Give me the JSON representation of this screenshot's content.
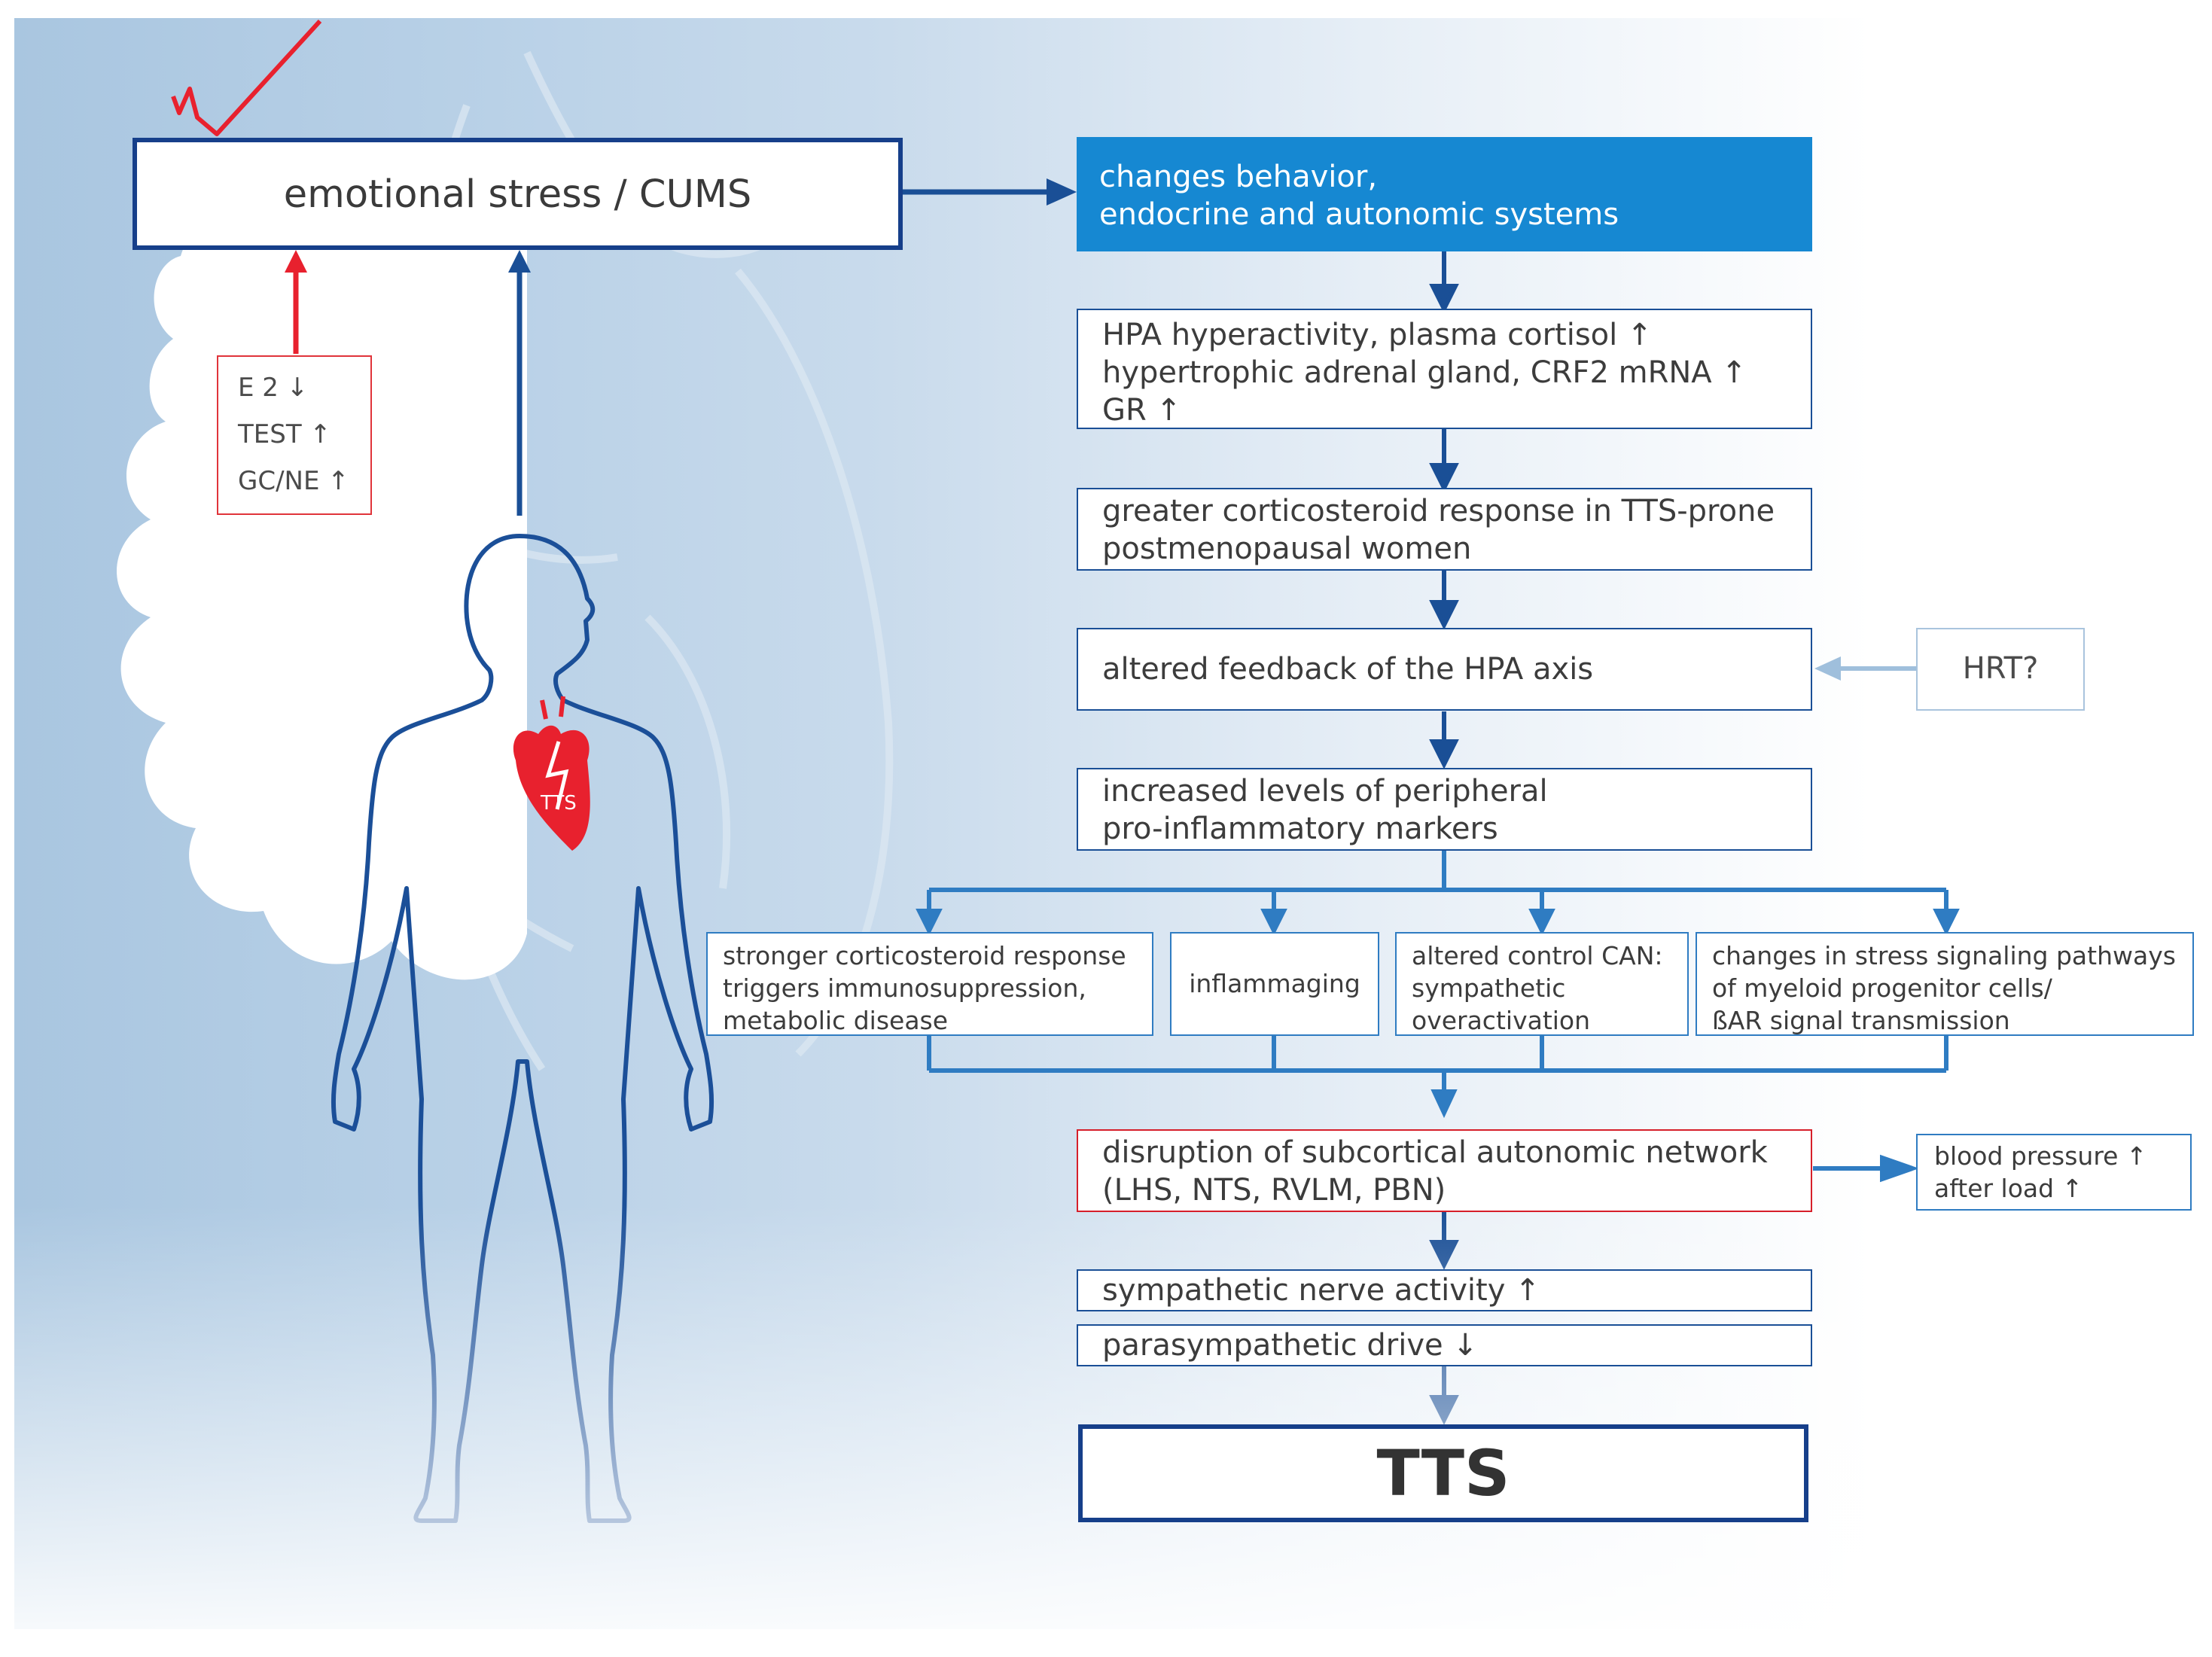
{
  "diagram": {
    "stress_box": "emotional stress / CUMS",
    "hormones": [
      "E 2 ↓",
      "TEST ↑",
      "GC/NE ↑"
    ],
    "heart_label": "TTS",
    "flow": {
      "changes": [
        "changes behavior,",
        "endocrine and autonomic systems"
      ],
      "hpa": [
        "HPA hyperactivity, plasma cortisol ↑",
        "hypertrophic adrenal gland, CRF2 mRNA   ↑",
        "GR ↑"
      ],
      "corticosteroid": [
        "greater corticosteroid response in TTS-prone",
        "postmenopausal women"
      ],
      "feedback": [
        "altered feedback of the HPA axis"
      ],
      "hrt": "HRT?",
      "markers": [
        "increased levels of peripheral",
        "pro-inflammatory markers"
      ],
      "branches": [
        [
          "stronger corticosteroid response",
          "triggers immunosuppression,",
          "metabolic disease"
        ],
        [
          "inflammaging"
        ],
        [
          "altered control CAN:",
          "sympathetic",
          "overactivation"
        ],
        [
          "changes in stress signaling pathways",
          "of myeloid progenitor cells/",
          "ßAR signal transmission"
        ]
      ],
      "disruption": [
        "disruption of subcortical autonomic network",
        "(LHS, NTS, RVLM, PBN)"
      ],
      "blood_pressure": [
        "blood pressure ↑",
        "after load ↑"
      ],
      "sympathetic": [
        "sympathetic nerve activity ↑"
      ],
      "parasympathetic": [
        "parasympathetic drive ↓"
      ],
      "result": "TTS"
    },
    "colors": {
      "dark_blue": "#1a4f96",
      "mid_blue": "#2f7cc2",
      "fill_blue": "#1688d2",
      "red": "#e8212e",
      "light_arrow": "#9fbfdc"
    }
  }
}
